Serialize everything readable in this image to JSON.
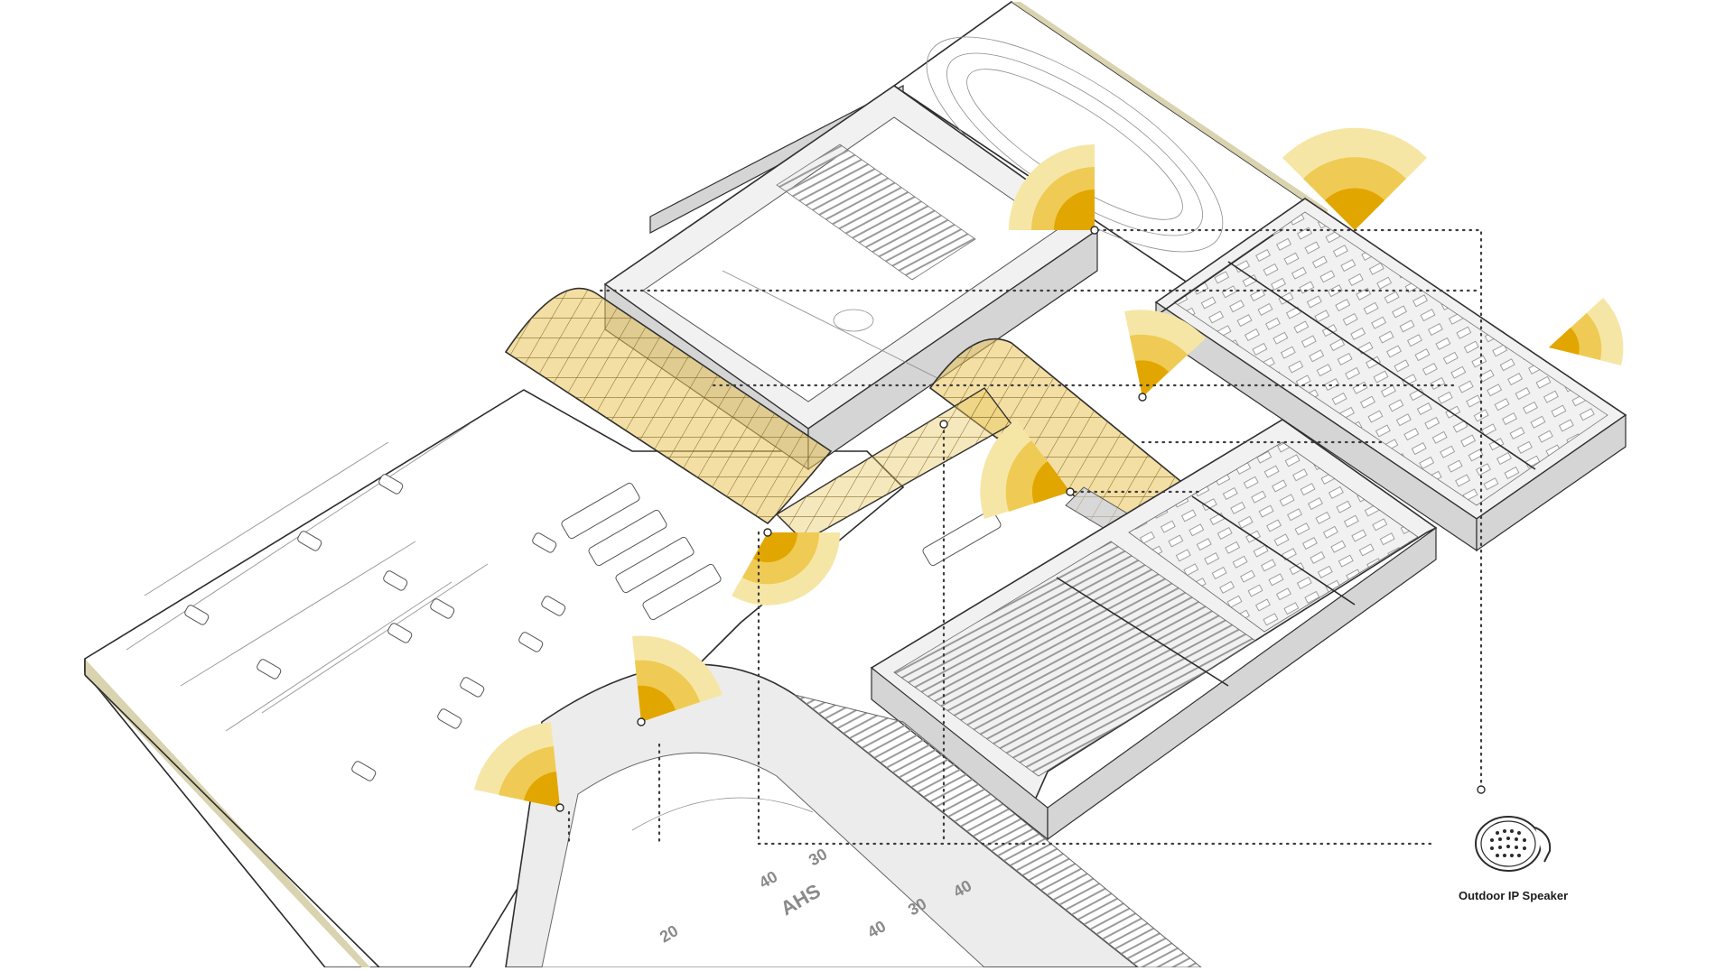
{
  "legend": {
    "label": "Outdoor IP Speaker",
    "icon": "outdoor-ip-speaker-icon"
  },
  "field_markings": [
    "40",
    "30",
    "20",
    "40",
    "30",
    "40",
    "AHS"
  ],
  "colors": {
    "site_fill": "#f8f0c4",
    "coverage_light": "#f6e6a6",
    "coverage_mid": "#efcb55",
    "coverage_dark": "#e2a600",
    "canopy": "#e9c55a",
    "line": "#2b2b2b"
  }
}
